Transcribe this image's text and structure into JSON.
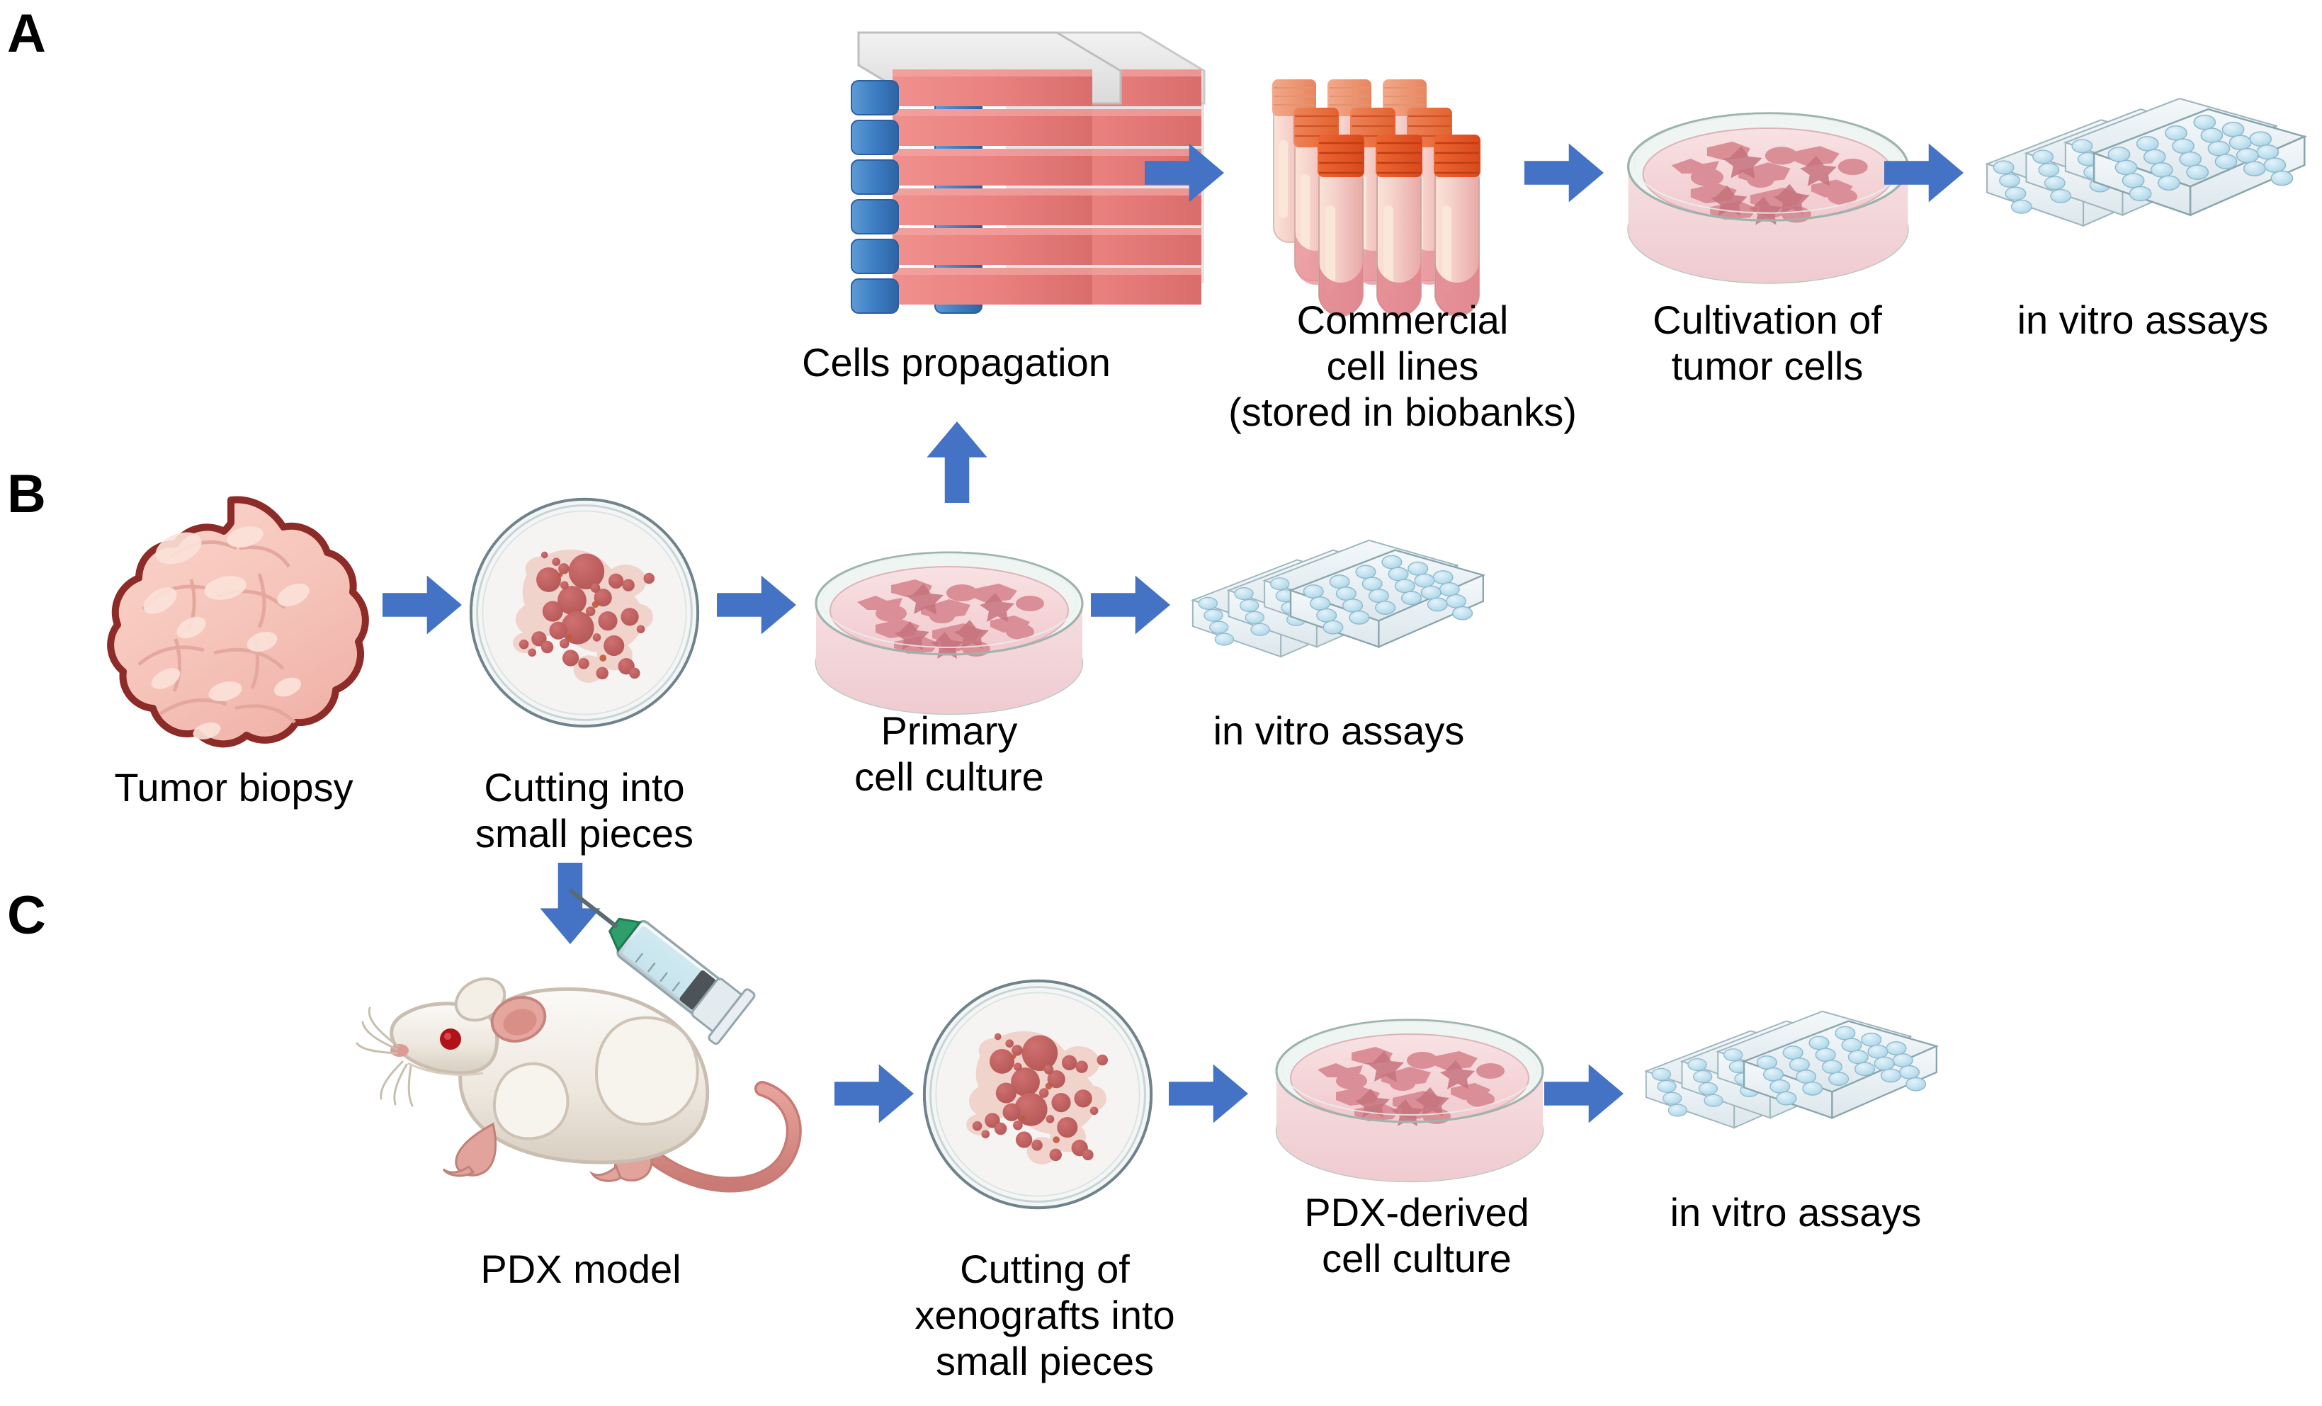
{
  "figure": {
    "type": "workflow-diagram",
    "background": "#ffffff",
    "accent_arrow_color": "#4472C4",
    "tumor_pink": "#F7C3BA",
    "tumor_outline": "#8C2B28",
    "flask_red": "#E8807E",
    "flask_cap_blue": "#3C7EC4",
    "vial_orange": "#E8562B",
    "well_blue": "#BFE0EF",
    "dish_pink": "#F6D9DC",
    "cell_rose": "#D98B94",
    "mouse_body": "#EDE7DE",
    "mouse_pink": "#DD8E88"
  },
  "panels": [
    {
      "id": "A",
      "label": "A",
      "steps": [
        {
          "name": "cells-propagation",
          "icon": "flask-stack-icon",
          "caption": "Cells propagation"
        },
        {
          "name": "commercial-cell-lines",
          "icon": "cryovial-rack-icon",
          "caption": "Commercial\ncell lines\n(stored in biobanks)"
        },
        {
          "name": "cultivation-of-tumor-cells",
          "icon": "petri-dish-cells-icon",
          "caption": "Cultivation of\ntumor cells"
        },
        {
          "name": "in-vitro-assays-a",
          "icon": "multiwell-plate-stack-icon",
          "caption": "in vitro assays"
        }
      ]
    },
    {
      "id": "B",
      "label": "B",
      "steps": [
        {
          "name": "tumor-biopsy",
          "icon": "tumor-mass-icon",
          "caption": "Tumor biopsy"
        },
        {
          "name": "cutting-into-small-pieces",
          "icon": "dish-tissue-fragments-icon",
          "caption": "Cutting into\nsmall pieces"
        },
        {
          "name": "primary-cell-culture",
          "icon": "petri-dish-cells-icon",
          "caption": "Primary\ncell culture"
        },
        {
          "name": "in-vitro-assays-b",
          "icon": "multiwell-plate-stack-icon",
          "caption": "in vitro assays"
        }
      ]
    },
    {
      "id": "C",
      "label": "C",
      "steps": [
        {
          "name": "pdx-model",
          "icon": "mouse-syringe-icon",
          "caption": "PDX model"
        },
        {
          "name": "cutting-of-xenografts",
          "icon": "dish-tissue-fragments-icon",
          "caption": "Cutting of\nxenografts into\nsmall pieces"
        },
        {
          "name": "pdx-derived-cell-culture",
          "icon": "petri-dish-cells-icon",
          "caption": "PDX-derived\ncell culture"
        },
        {
          "name": "in-vitro-assays-c",
          "icon": "multiwell-plate-stack-icon",
          "caption": "in vitro assays"
        }
      ]
    }
  ],
  "arrows": [
    {
      "name": "arrow-propagation-to-vials",
      "direction": "right"
    },
    {
      "name": "arrow-vials-to-dish",
      "direction": "right"
    },
    {
      "name": "arrow-dish-to-plates-a",
      "direction": "right"
    },
    {
      "name": "arrow-biopsy-to-cutting",
      "direction": "right"
    },
    {
      "name": "arrow-cutting-to-primary-culture",
      "direction": "right"
    },
    {
      "name": "arrow-primary-culture-to-plates",
      "direction": "right"
    },
    {
      "name": "arrow-cutting-to-propagation",
      "direction": "up"
    },
    {
      "name": "arrow-cutting-to-pdx",
      "direction": "down"
    },
    {
      "name": "arrow-pdx-to-cutting-xenografts",
      "direction": "right"
    },
    {
      "name": "arrow-xenografts-to-pdx-culture",
      "direction": "right"
    },
    {
      "name": "arrow-pdx-culture-to-plates",
      "direction": "right"
    }
  ]
}
